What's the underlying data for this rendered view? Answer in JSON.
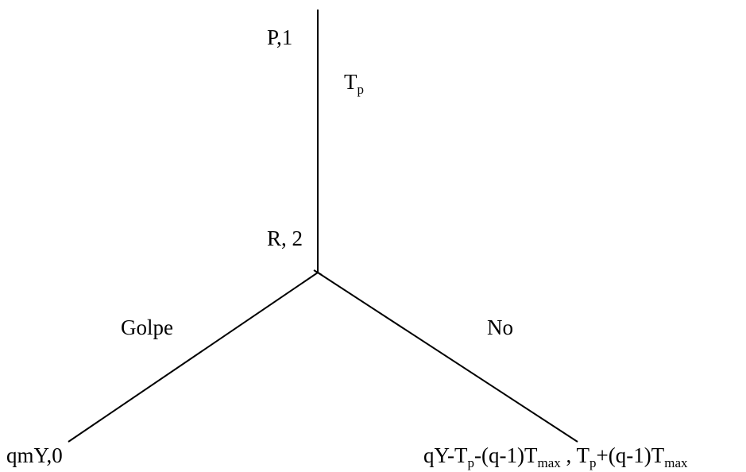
{
  "nodes": {
    "root": {
      "player": "P",
      "number": "1",
      "label": "P,1"
    },
    "decision": {
      "player": "R",
      "number": "2",
      "label": "R, 2"
    }
  },
  "edges": {
    "root_edge": {
      "symbol": "T",
      "subscript": "p"
    },
    "left_edge": {
      "label": "Golpe"
    },
    "right_edge": {
      "label": "No"
    }
  },
  "payoffs": {
    "left": "qmY,0",
    "right": {
      "p1": {
        "a": "qY-T",
        "a_sub": "p",
        "b": "-(q-1)T",
        "b_sub": "max"
      },
      "separator": " , ",
      "p2": {
        "a": "T",
        "a_sub": "p",
        "b": "+(q-1)T",
        "b_sub": "max"
      }
    }
  },
  "colors": {
    "line": "#000000",
    "text": "#000000",
    "background": "#ffffff"
  }
}
